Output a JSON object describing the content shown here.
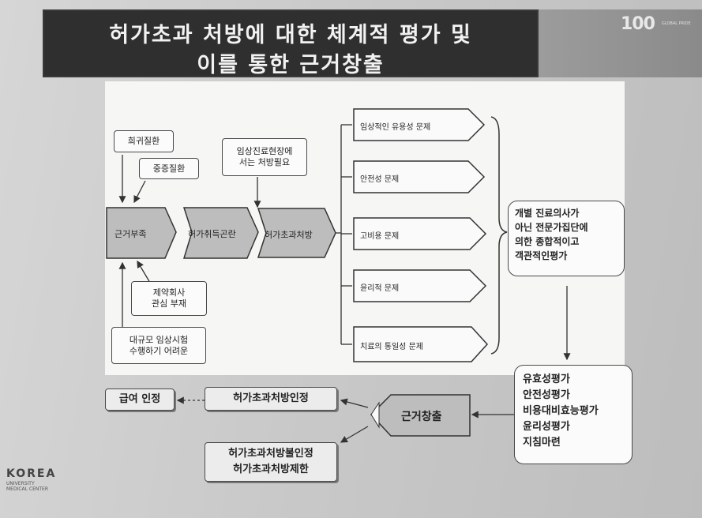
{
  "title": {
    "line1": "허가초과 처방에 대한 체계적 평가 및",
    "line2": "이를 통한 근거창출"
  },
  "corner_logo": {
    "mark": "100",
    "caption": "GLOBAL PRIDE"
  },
  "causes": {
    "rare_disease": "희귀질환",
    "severe_disease": "중증질환",
    "clinical_need": [
      "임상진료현장에",
      "서는 처방필요"
    ],
    "pharma_interest": [
      "제약회사",
      "관심 부재"
    ],
    "large_trial": [
      "대규모 임상시험",
      "수행하기 어려운"
    ]
  },
  "flow": {
    "evidence_lack": "근거부족",
    "approval_difficulty": "허가취득곤란",
    "offlabel_rx": "허가초과처방"
  },
  "problems": [
    "임상적인 유용성 문제",
    "안전성 문제",
    "고비용 문제",
    "윤리적 문제",
    "치료의 통일성 문제"
  ],
  "assessment_box": [
    "개별 진료의사가",
    "아닌 전문가집단에",
    "의한 종합적이고",
    "객관적인평가"
  ],
  "evaluation_box": [
    "유효성평가",
    "안전성평가",
    "비용대비효능평가",
    "윤리성평가",
    "지침마련"
  ],
  "evidence_generation": "근거창출",
  "outcomes": {
    "approve": "허가초과처방인정",
    "disapprove": [
      "허가초과처방불인정",
      "허가초과처방제한"
    ],
    "reimbursement": "급여 인정"
  },
  "institution": {
    "name": "KOREA",
    "sub": [
      "UNIVERSITY",
      "MEDICAL CENTER"
    ]
  }
}
